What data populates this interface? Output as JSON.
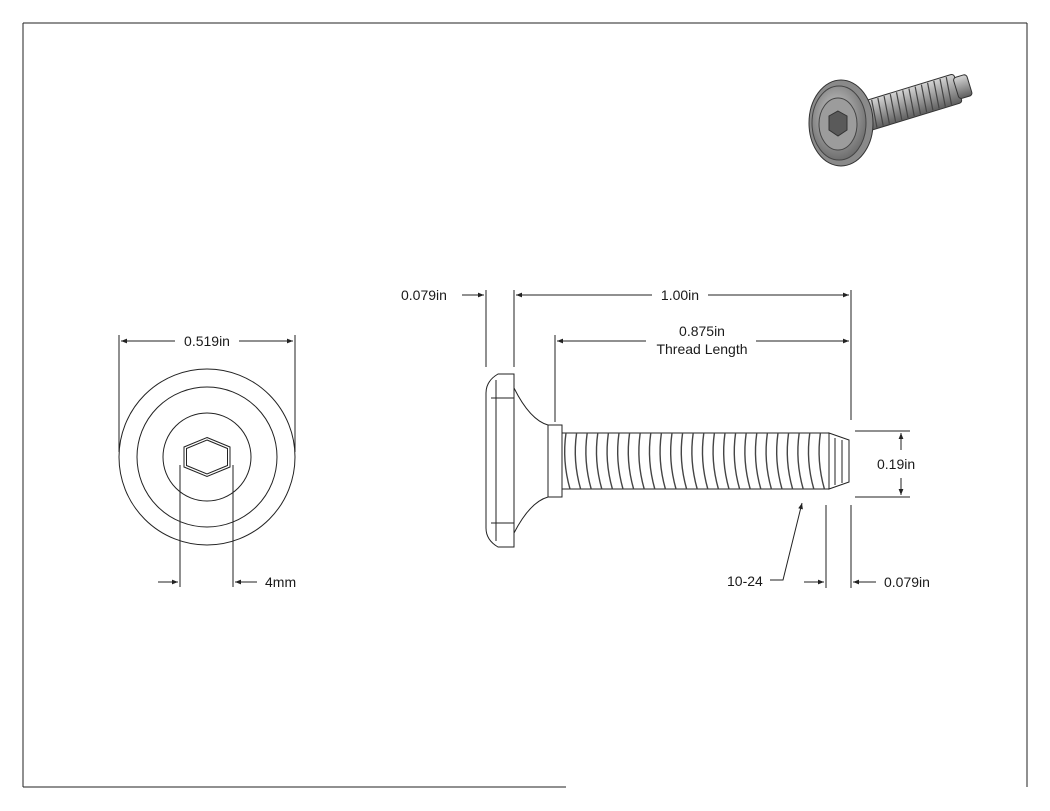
{
  "dimensions": {
    "head_diameter": "0.519in",
    "hex_size": "4mm",
    "washer_thickness": "0.079in",
    "overall_length": "1.00in",
    "thread_length_value": "0.875in",
    "thread_length_label": "Thread Length",
    "thread_diameter": "0.19in",
    "thread_spec": "10-24",
    "tip_length": "0.079in"
  },
  "colors": {
    "line": "#222222",
    "iso_body": "#9a9a9a",
    "iso_dark": "#5e5e5e",
    "iso_light": "#c8c8c8"
  }
}
